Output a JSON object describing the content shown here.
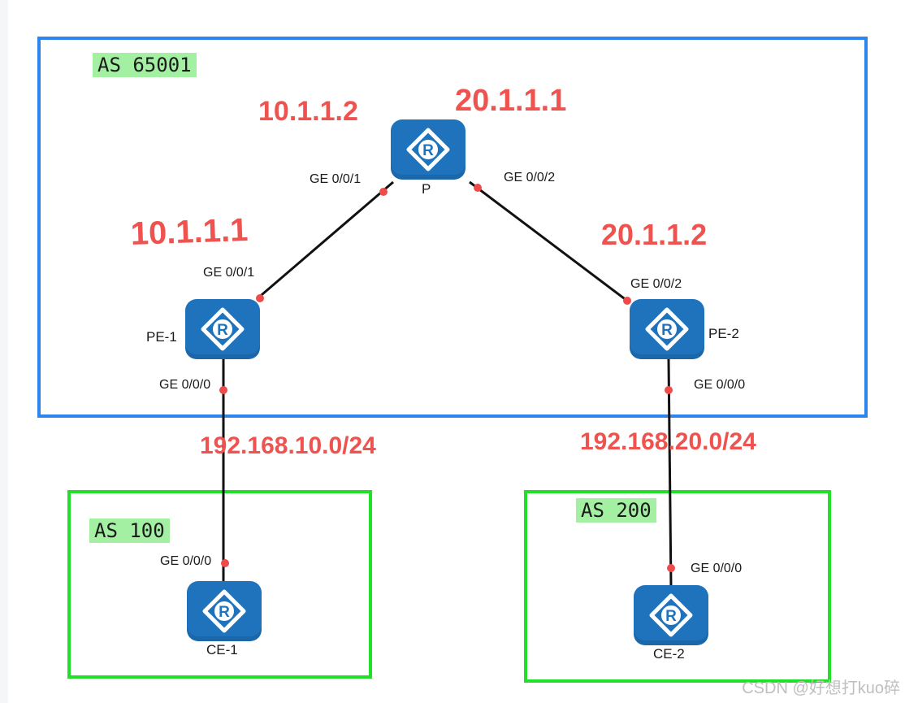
{
  "colors": {
    "outer_as_border": "#2d86f0",
    "customer_as_border": "#22e02a",
    "as_tag_background": "#a3f0a3",
    "router_fill": "#1f73bd",
    "link_line": "#111111",
    "port_dot": "#ef4b4b",
    "ip_text": "#ef5350"
  },
  "as_areas": {
    "provider": {
      "label": "AS 65001"
    },
    "customer_left": {
      "label": "AS 100"
    },
    "customer_right": {
      "label": "AS 200"
    }
  },
  "routers": {
    "p": {
      "name": "P",
      "icon": "router-icon"
    },
    "pe1": {
      "name": "PE-1",
      "icon": "router-icon"
    },
    "pe2": {
      "name": "PE-2",
      "icon": "router-icon"
    },
    "ce1": {
      "name": "CE-1",
      "icon": "router-icon"
    },
    "ce2": {
      "name": "CE-2",
      "icon": "router-icon"
    }
  },
  "ports": {
    "p_left": "GE 0/0/1",
    "p_right": "GE 0/0/2",
    "pe1_up": "GE 0/0/1",
    "pe1_down": "GE 0/0/0",
    "pe2_up": "GE 0/0/2",
    "pe2_down": "GE 0/0/0",
    "ce1_up": "GE 0/0/0",
    "ce2_up": "GE 0/0/0"
  },
  "addresses": {
    "p_left_ip": "10.1.1.2",
    "p_right_ip": "20.1.1.1",
    "pe1_ip": "10.1.1.1",
    "pe2_ip": "20.1.1.2",
    "left_subnet": "192.168.10.0/24",
    "right_subnet": "192.168.20.0/24"
  },
  "links": [
    {
      "from": "P",
      "to": "PE-1"
    },
    {
      "from": "P",
      "to": "PE-2"
    },
    {
      "from": "PE-1",
      "to": "CE-1"
    },
    {
      "from": "PE-2",
      "to": "CE-2"
    }
  ],
  "watermark": "CSDN @好想打kuo碎"
}
